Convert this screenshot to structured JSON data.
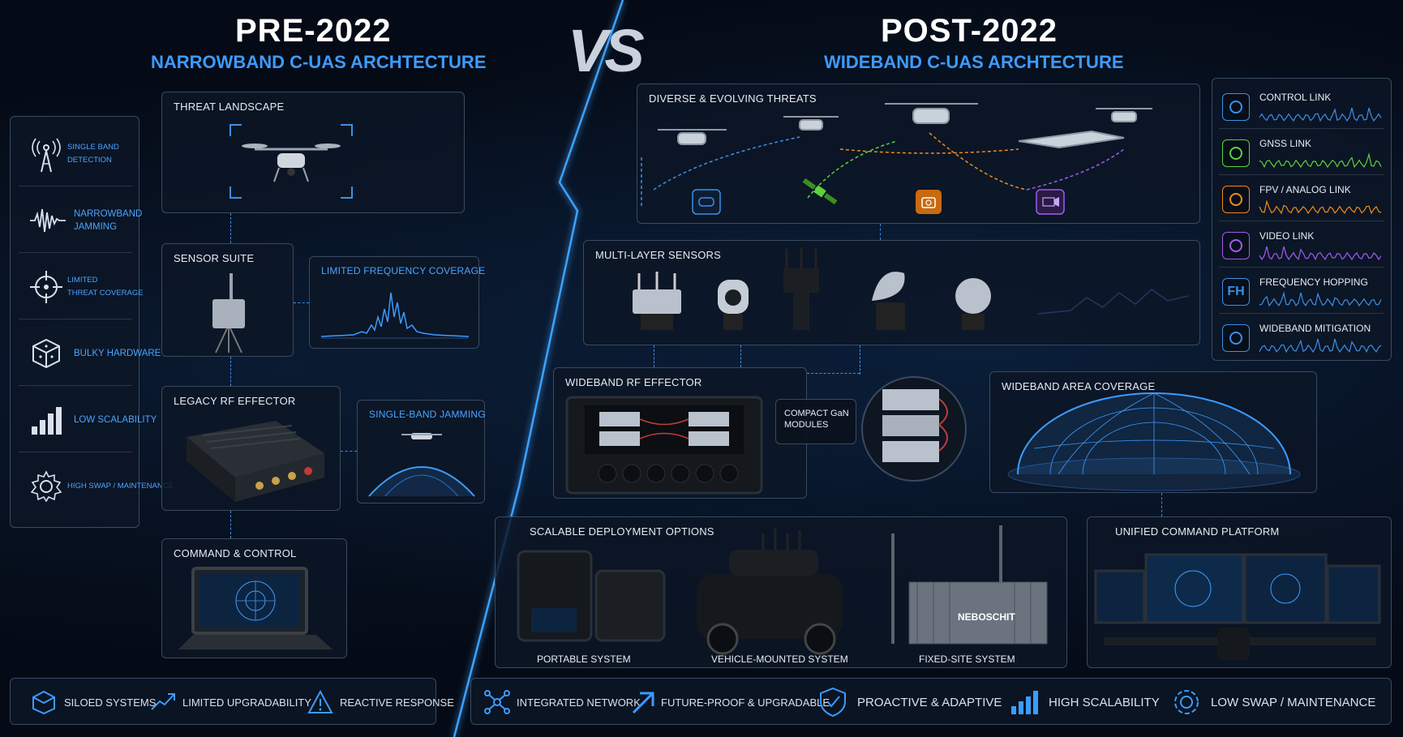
{
  "left": {
    "title": "PRE-2022",
    "subtitle": "NARROWBAND C-UAS ARCHTECTURE",
    "sidebar": [
      {
        "label": "SINGLE BAND\nDETECTION",
        "icon": "antenna-icon"
      },
      {
        "label": "NARROWBAND\nJAMMING",
        "icon": "waveform-icon"
      },
      {
        "label": "LIMITED\nTHREAT COVERAGE",
        "icon": "crosshair-icon"
      },
      {
        "label": "BULKY HARDWARE",
        "icon": "cube-icon"
      },
      {
        "label": "LOW SCALABILITY",
        "icon": "bar-chart-icon"
      },
      {
        "label": "HIGH SWAP / MAINTENANCE",
        "icon": "gear-icon"
      }
    ],
    "panels": {
      "threat": "THREAT LANDSCAPE",
      "sensor": "SENSOR SUITE",
      "freq": "LIMITED FREQUENCY COVERAGE",
      "effector": "LEGACY RF EFFECTOR",
      "jamming": "SINGLE-BAND JAMMING",
      "c2": "COMMAND & CONTROL"
    },
    "footer": [
      "SILOED SYSTEMS",
      "LIMITED UPGRADABILITY",
      "REACTIVE RESPONSE"
    ]
  },
  "vs": "VS",
  "right": {
    "title": "POST-2022",
    "subtitle": "WIDEBAND C-UAS ARCHTECTURE",
    "panels": {
      "threats": "DIVERSE & EVOLVING THREATS",
      "sensors": "MULTI-LAYER SENSORS",
      "effector": "WIDEBAND RF EFFECTOR",
      "gan": "COMPACT GaN\nMODULES",
      "coverage": "WIDEBAND AREA COVERAGE",
      "deploy": "SCALABLE DEPLOYMENT OPTIONS",
      "command": "UNIFIED COMMAND PLATFORM"
    },
    "deploy_items": [
      "PORTABLE SYSTEM",
      "VEHICLE-MOUNTED SYSTEM",
      "FIXED-SITE SYSTEM"
    ],
    "brand": "NEBOSCHIT",
    "links": [
      {
        "label": "CONTROL LINK",
        "color": "#3d8fe6",
        "icon": "gamepad-icon"
      },
      {
        "label": "GNSS LINK",
        "color": "#5fd13a",
        "icon": "satellite-icon"
      },
      {
        "label": "FPV / ANALOG LINK",
        "color": "#f08a1c",
        "icon": "camera-icon"
      },
      {
        "label": "VIDEO LINK",
        "color": "#a05cf0",
        "icon": "video-icon"
      },
      {
        "label": "FREQUENCY HOPPING",
        "color": "#3d8fe6",
        "icon": "fh-icon",
        "glyph": "FH"
      },
      {
        "label": "WIDEBAND MITIGATION",
        "color": "#3d8fe6",
        "icon": "shield-icon"
      }
    ],
    "footer": [
      "INTEGRATED NETWORK",
      "FUTURE-PROOF & UPGRADABLE",
      "PROACTIVE & ADAPTIVE",
      "HIGH SCALABILITY",
      "LOW SWAP / MAINTENANCE"
    ]
  },
  "colors": {
    "accent": "#3d9bff",
    "panel_border": "#3a4a60",
    "background": "#050b16"
  }
}
